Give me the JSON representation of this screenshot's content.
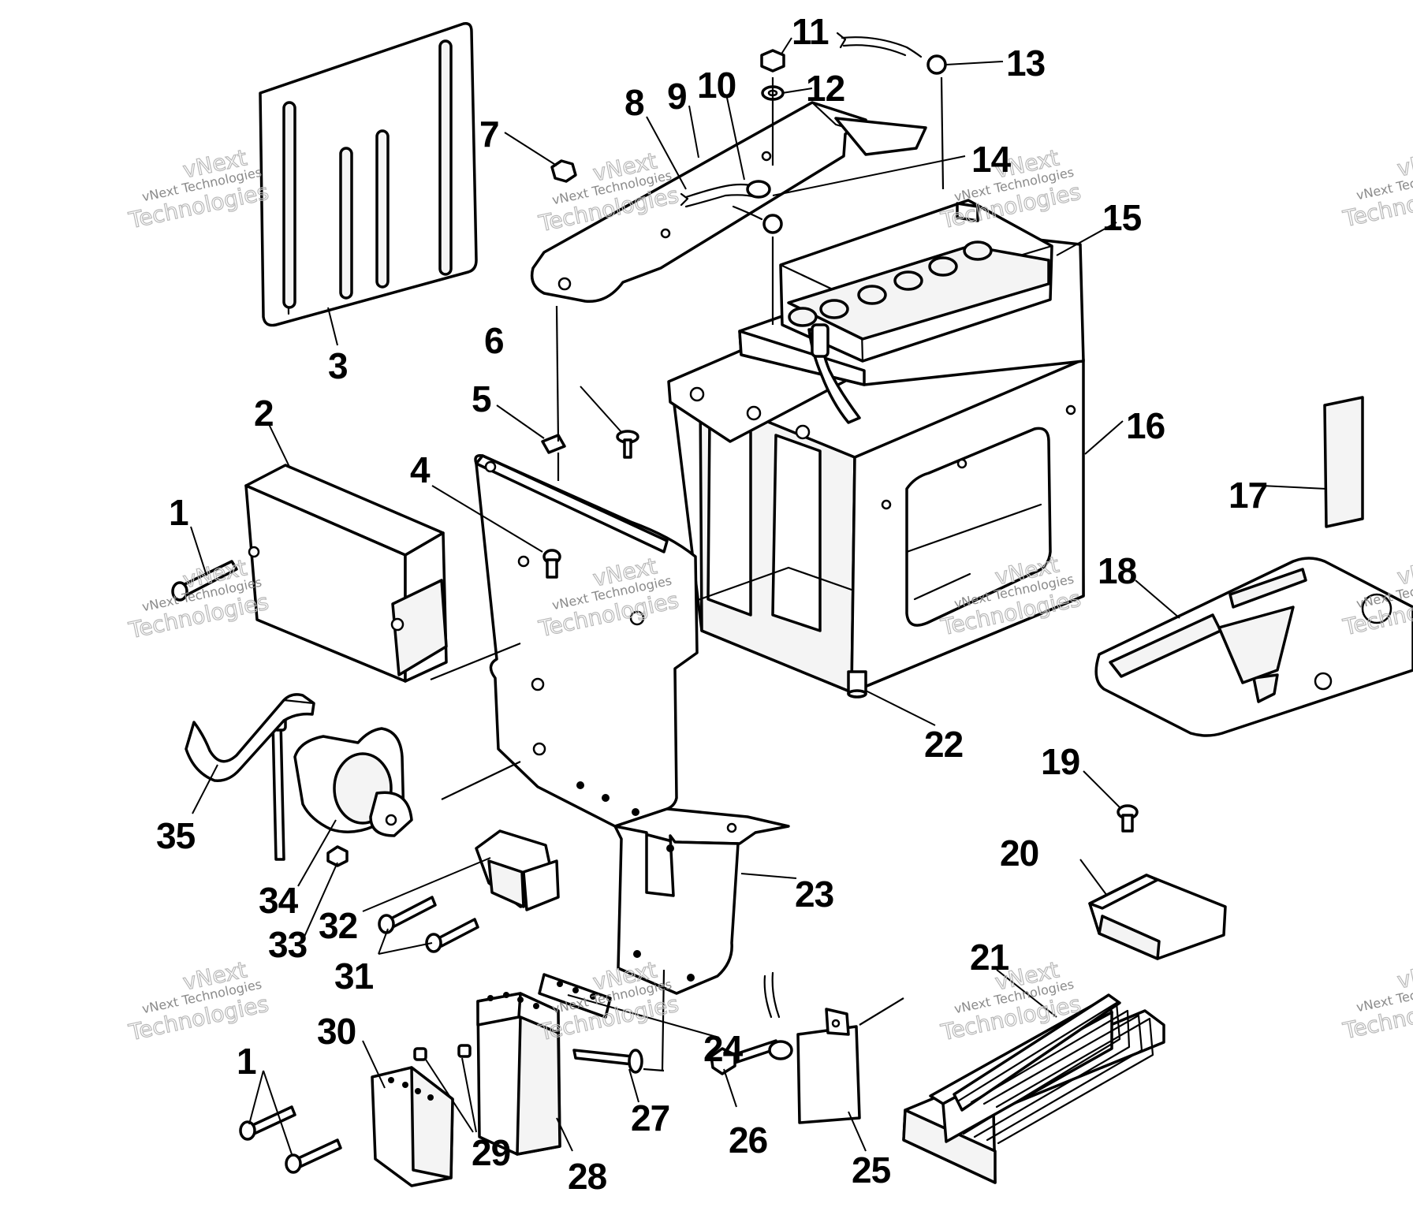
{
  "watermark": {
    "line1": "vNext",
    "line2": "vNext Technologies",
    "line3": "Technologies"
  },
  "callouts": {
    "c1": "1",
    "c1b": "1",
    "c2": "2",
    "c3": "3",
    "c4": "4",
    "c5": "5",
    "c6": "6",
    "c7": "7",
    "c8": "8",
    "c9": "9",
    "c10": "10",
    "c11": "11",
    "c12": "12",
    "c13": "13",
    "c14": "14",
    "c15": "15",
    "c16": "16",
    "c17": "17",
    "c18": "18",
    "c19": "19",
    "c20": "20",
    "c21": "21",
    "c22": "22",
    "c23": "23",
    "c24": "24",
    "c25": "25",
    "c26": "26",
    "c27": "27",
    "c28": "28",
    "c29": "29",
    "c30": "30",
    "c31": "31",
    "c32": "32",
    "c33": "33",
    "c34": "34",
    "c35": "35"
  }
}
